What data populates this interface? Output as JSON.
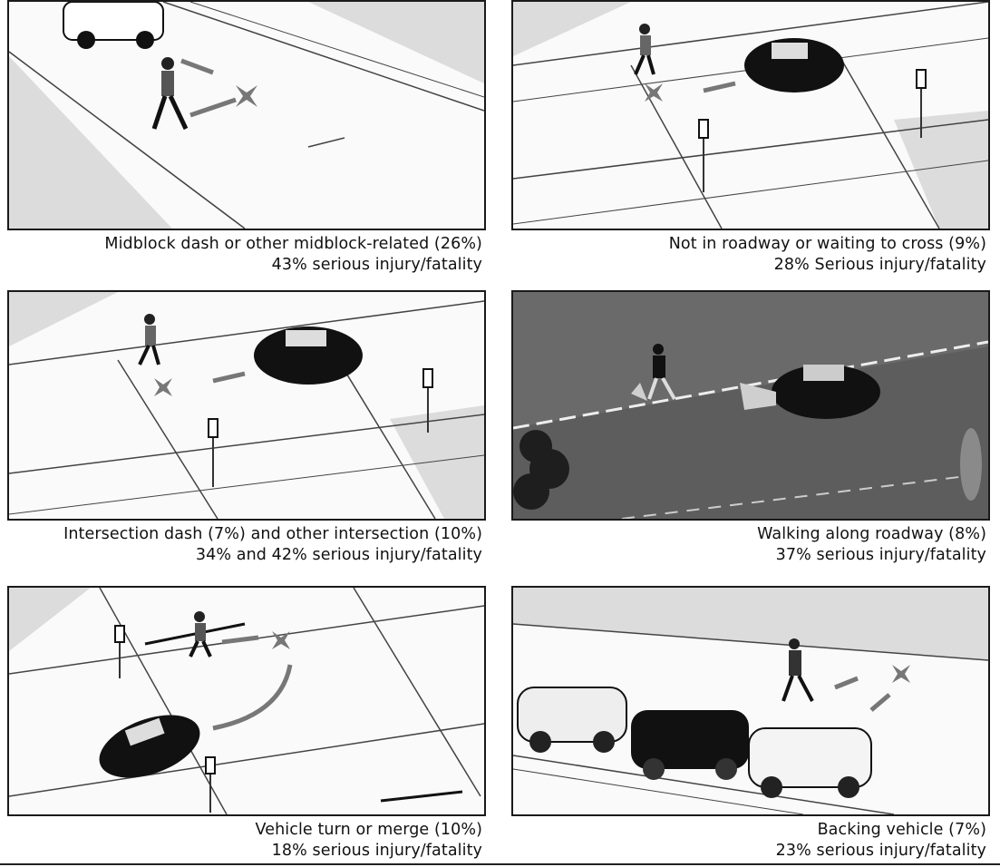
{
  "panels": [
    {
      "line1": "Midblock dash or other midblock-related (26%)",
      "line2": "43% serious injury/fatality"
    },
    {
      "line1": "Not in roadway or waiting to cross (9%)",
      "line2": "28% Serious injury/fatality"
    },
    {
      "line1": "Intersection dash (7%) and other intersection (10%)",
      "line2": "34% and 42% serious injury/fatality"
    },
    {
      "line1": "Walking along roadway (8%)",
      "line2": "37% serious injury/fatality"
    },
    {
      "line1": "Vehicle turn or merge (10%)",
      "line2": "18% serious injury/fatality"
    },
    {
      "line1": "Backing vehicle (7%)",
      "line2": "23% serious injury/fatality"
    }
  ],
  "colors": {
    "arrow": "#7a7a7a",
    "road_dark": "#5a5a5a",
    "texture": "#d6d6d6",
    "car": "#111111"
  }
}
